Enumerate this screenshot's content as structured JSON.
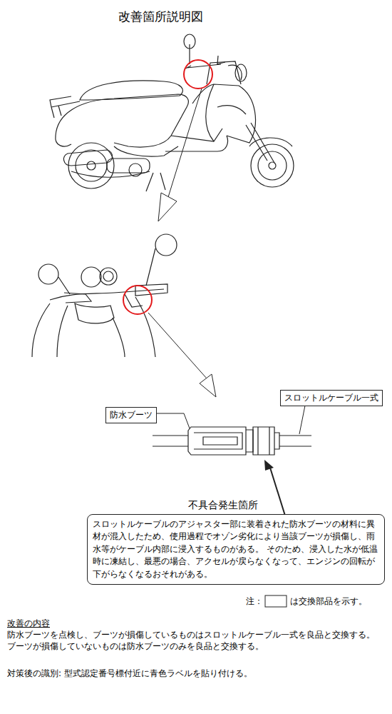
{
  "diagram": {
    "title": "改善箇所説明図",
    "nodes": [
      {
        "text": [
          "スロットルケーブル一式"
        ]
      },
      {
        "text": [
          "防水ブーツ"
        ]
      },
      {
        "text": [
          "不具合発生箇所",
          "スロットルケーブルのアジャスター部に装着された防水ブーツの材料に異材が混入したため、使用過程でオゾン劣化により当該ブーツが損傷し、雨水等がケーブル内部に浸入するものがある。 そのため、浸入した水が低温時に凍結し、最悪の場合、アクセルが戻らなくなって、エンジンの回転が下がらなくなるおそれがある。"
        ]
      }
    ],
    "edges": [],
    "labels": [
      "注：",
      "は交換部品を示す。",
      "改善の内容",
      "防水ブーツを点検し、ブーツが損傷しているものはスロットルケーブル一式を良品と交換する。",
      "ブーツが損傷していないものは防水ブーツのみを良品と交換する。",
      "対策後の識別: 型式認定番号標付近に青色ラベルを貼り付ける。"
    ]
  }
}
